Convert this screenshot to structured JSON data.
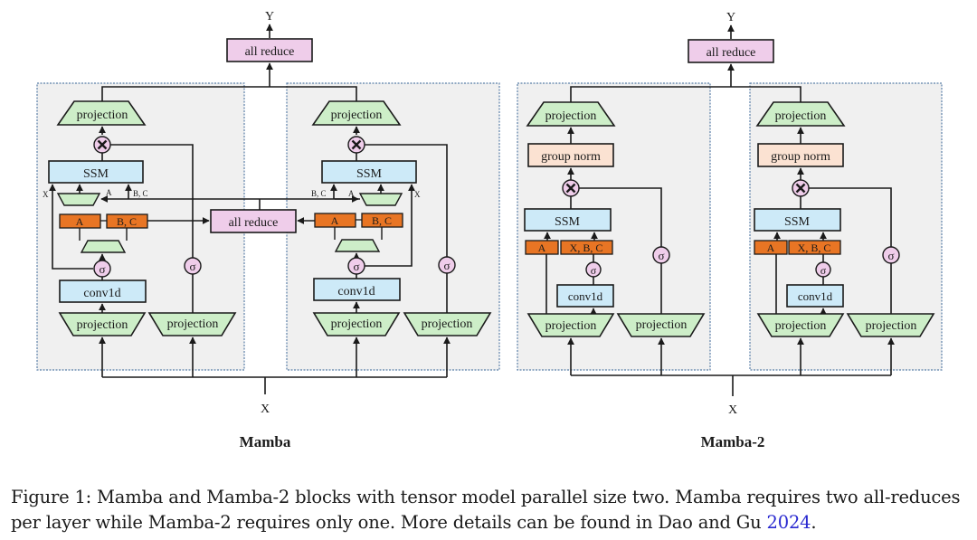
{
  "diagram": {
    "mamba": {
      "title": "Mamba",
      "output_label": "Y",
      "input_label": "X",
      "all_reduce_top": "all reduce",
      "all_reduce_mid": "all reduce",
      "shards": [
        {
          "out_projection": "projection",
          "ssm": "SSM",
          "x_tag": "X",
          "a_tag": "A",
          "bc_tag": "B, C",
          "a_box": "A",
          "bc_box": "B, C",
          "sigma_main": "σ",
          "sigma_gate": "σ",
          "conv": "conv1d",
          "in_projection_main": "projection",
          "in_projection_gate": "projection"
        },
        {
          "out_projection": "projection",
          "ssm": "SSM",
          "x_tag": "X",
          "a_tag": "A",
          "bc_tag": "B, C",
          "a_box": "A",
          "bc_box": "B, C",
          "sigma_main": "σ",
          "sigma_gate": "σ",
          "conv": "conv1d",
          "in_projection_main": "projection",
          "in_projection_gate": "projection"
        }
      ]
    },
    "mamba2": {
      "title": "Mamba-2",
      "output_label": "Y",
      "input_label": "X",
      "all_reduce_top": "all reduce",
      "shards": [
        {
          "out_projection": "projection",
          "group_norm": "group norm",
          "ssm": "SSM",
          "a_box": "A",
          "xbc_box": "X, B, C",
          "sigma_main": "σ",
          "sigma_gate": "σ",
          "conv": "conv1d",
          "in_projection_main": "projection",
          "in_projection_gate": "projection"
        },
        {
          "out_projection": "projection",
          "group_norm": "group norm",
          "ssm": "SSM",
          "a_box": "A",
          "xbc_box": "X, B, C",
          "sigma_main": "σ",
          "sigma_gate": "σ",
          "conv": "conv1d",
          "in_projection_main": "projection",
          "in_projection_gate": "projection"
        }
      ]
    },
    "multiply_symbol": "×"
  },
  "colors": {
    "projection_fill": "#cdeec8",
    "ssm_fill": "#cdeaf8",
    "all_reduce_fill": "#efcdea",
    "orange_fill": "#e87524",
    "group_norm_fill": "#fbe2d2",
    "circle_fill": "#efcdea",
    "shard_bg": "#f0f0f0",
    "shard_border": "#5a7fa8",
    "line": "#1a1a1a",
    "cite_link": "#2a2ad0"
  },
  "caption": {
    "prefix": "Figure 1: Mamba and Mamba-2 blocks with tensor model parallel size two. Mamba requires two all-reduces per layer while Mamba-2 requires only one. More details can be found in Dao and Gu ",
    "citation_year": "2024",
    "suffix": "."
  }
}
